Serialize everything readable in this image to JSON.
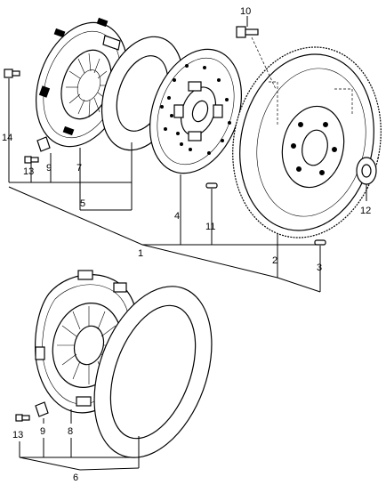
{
  "callouts": {
    "c1": "1",
    "c2": "2",
    "c3": "3",
    "c4": "4",
    "c5": "5",
    "c6": "6",
    "c7": "7",
    "c8": "8",
    "c9a": "9",
    "c9b": "9",
    "c10": "10",
    "c11": "11",
    "c12": "12",
    "c13a": "13",
    "c13b": "13",
    "c14": "14"
  }
}
